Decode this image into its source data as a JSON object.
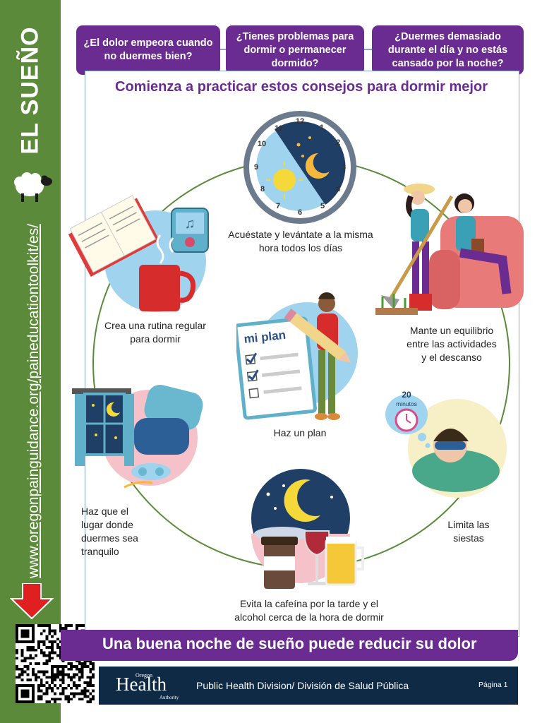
{
  "sidebar": {
    "title": "EL SUEÑO",
    "url": "www.oregonpainguidance.org/paineducationtoolkit/es/",
    "sheep_icon": "sheep-icon",
    "arrow_icon": "arrow-down-icon",
    "qr_icon": "qr-code-icon"
  },
  "questions": [
    "¿El dolor empeora cuando no duermes bien?",
    "¿Tienes problemas para dormir o permanecer dormido?",
    "¿Duermes demasiado durante el día y no estás cansado por la noche?"
  ],
  "subtitle": "Comienza a practicar estos consejos para dormir mejor",
  "clock_numbers": [
    "12",
    "1",
    "2",
    "3",
    "4",
    "5",
    "6",
    "7",
    "8",
    "9",
    "10",
    "11"
  ],
  "tips": {
    "same_time": "Acuéstate y levántate a la misma hora todos los días",
    "routine": "Crea una rutina regular para dormir",
    "balance": "Mante un equilibrio entre las actividades y el descanso",
    "plan": "Haz un plan",
    "plan_board": "mi plan",
    "quiet": "Haz que el lugar donde duermes sea tranquilo",
    "naps": "Limita las siestas",
    "nap_minutes": "20",
    "nap_unit": "minutos",
    "caffeine": "Evita la cafeína por la tarde y el alcohol cerca de la hora de dormir"
  },
  "footer": {
    "slogan": "Una buena noche de sueño puede reducir su dolor",
    "logo_top": "Oregon",
    "logo_main": "Health",
    "logo_sub": "Authority",
    "division": "Public Health Division/ División de Salud Pública",
    "page": "Página 1"
  },
  "colors": {
    "purple": "#6a2c91",
    "green": "#5b8a3a",
    "navy": "#0f2a44",
    "ring": "#5b8a3a",
    "light_blue": "#9fd3ee",
    "pink": "#f4c2c8",
    "cream": "#f7efc5"
  }
}
